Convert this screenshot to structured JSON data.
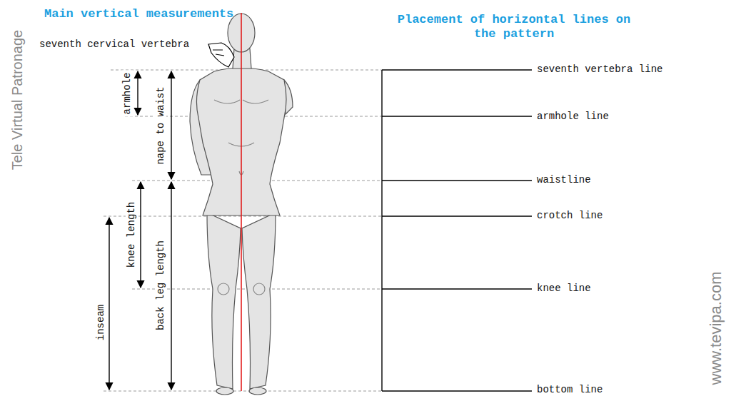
{
  "diagram": {
    "labels": [
      "Main vertical measurements",
      "Placement of horizontal lines on the pattern",
      "seventh cervical vertebra",
      "armhole",
      "nape to waist",
      "knee length",
      "back leg length",
      "inseam",
      "seventh vertebra line",
      "armhole line",
      "waistline",
      "crotch line",
      "knee line",
      "bottom line",
      "Tele Virtual Patronage",
      "www.tevipa.com"
    ]
  }
}
